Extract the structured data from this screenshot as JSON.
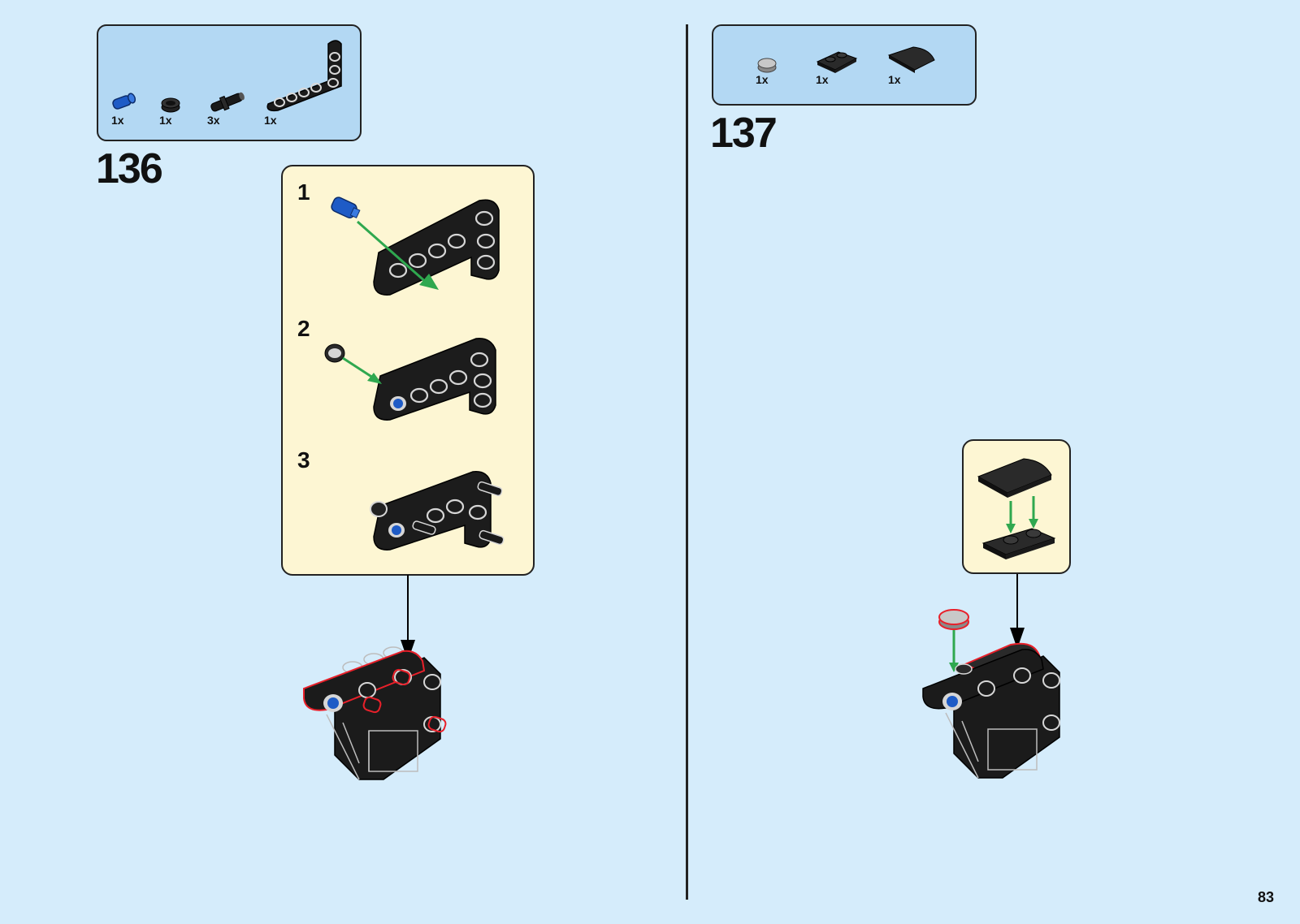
{
  "steps": [
    {
      "number": "136",
      "parts": [
        {
          "qty": "1x",
          "icon": "blue-axle-pin-icon"
        },
        {
          "qty": "1x",
          "icon": "round-bush-icon"
        },
        {
          "qty": "3x",
          "icon": "black-friction-pin-icon"
        },
        {
          "qty": "1x",
          "icon": "l-beam-icon"
        }
      ],
      "substeps": [
        {
          "label": "1"
        },
        {
          "label": "2"
        },
        {
          "label": "3"
        }
      ]
    },
    {
      "number": "137",
      "parts": [
        {
          "qty": "1x",
          "icon": "round-tile-icon"
        },
        {
          "qty": "1x",
          "icon": "plate-1x2-icon"
        },
        {
          "qty": "1x",
          "icon": "curved-slope-icon"
        }
      ]
    }
  ],
  "page_number": "83",
  "colors": {
    "background": "#d5ecfb",
    "parts_box": "#b3d8f3",
    "sub_box": "#fdf6d3",
    "arrow": "#2fa84f",
    "highlight": "#e8202a"
  }
}
